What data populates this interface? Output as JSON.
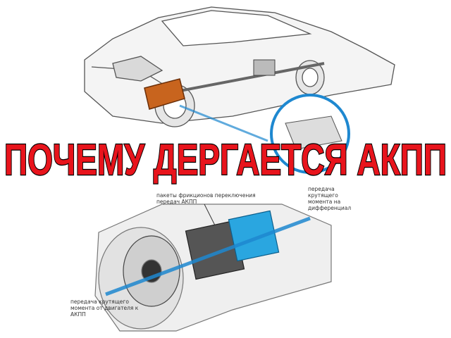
{
  "title": "ПОЧЕМУ ДЕРГАЕТСЯ АКПП",
  "labels": {
    "clutch_packs": "пакеты фрикционов переключения\nпередач АКПП",
    "to_differential": "передача\nкрутящего\nмомента на\nдифференциал",
    "from_engine": "передача крутящего\nмомента от двигателя к\nАКПП"
  },
  "colors": {
    "title_fill": "#e8141c",
    "title_outline": "#000000",
    "accent_blue": "#1e88d0",
    "transmission_orange": "#c8641e"
  }
}
